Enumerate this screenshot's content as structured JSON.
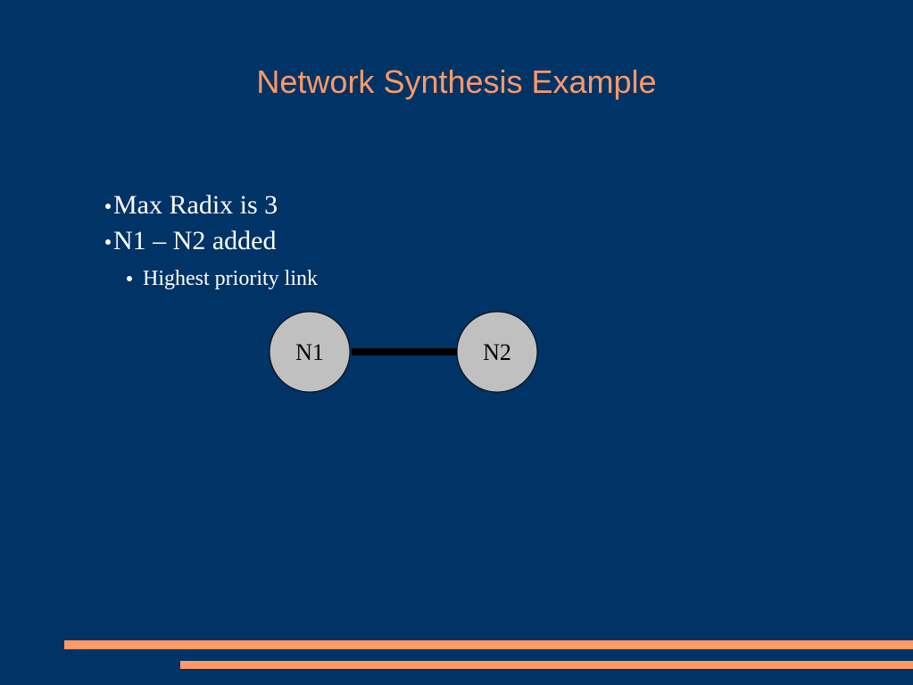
{
  "slide": {
    "title": "Network Synthesis Example",
    "bullets": [
      {
        "text": "Max Radix is 3",
        "level": 1
      },
      {
        "text": "N1 – N2 added",
        "level": 1
      },
      {
        "text": "Highest priority link",
        "level": 2
      }
    ]
  },
  "diagram": {
    "nodes": [
      {
        "label": "N1"
      },
      {
        "label": "N2"
      }
    ],
    "edges": [
      {
        "from": "N1",
        "to": "N2"
      }
    ]
  },
  "colors": {
    "background": "#003366",
    "title": "#FF9966",
    "text": "#FFFFFF",
    "node_fill": "#C0C0C0",
    "accent_bars": "#FF9966"
  }
}
